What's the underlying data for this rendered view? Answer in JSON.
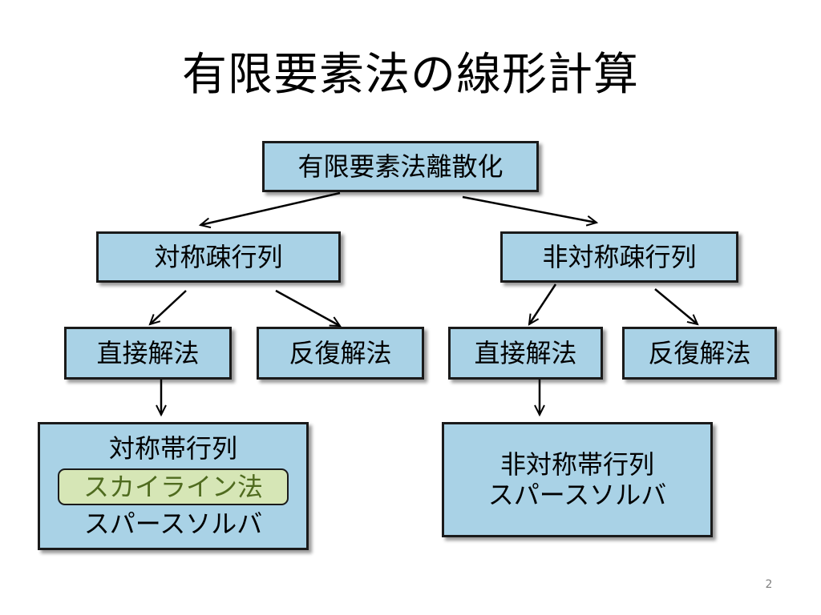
{
  "slide": {
    "title": "有限要素法の線形計算",
    "page_number": "2"
  },
  "diagram": {
    "root": "有限要素法離散化",
    "symmetric": "対称疎行列",
    "nonsymmetric": "非対称疎行列",
    "sym_direct": "直接解法",
    "sym_iterative": "反復解法",
    "nonsym_direct": "直接解法",
    "nonsym_iterative": "反復解法",
    "sym_result": {
      "line1": "対称帯行列",
      "highlight": "スカイライン法",
      "line3": "スパースソルバ"
    },
    "nonsym_result": {
      "line1": "非対称帯行列",
      "line2": "スパースソルバ"
    }
  },
  "colors": {
    "box_fill": "#a9d2e6",
    "highlight_fill": "#d6e6b6",
    "highlight_text": "#4f6b1f",
    "border": "#1a1a1a"
  }
}
